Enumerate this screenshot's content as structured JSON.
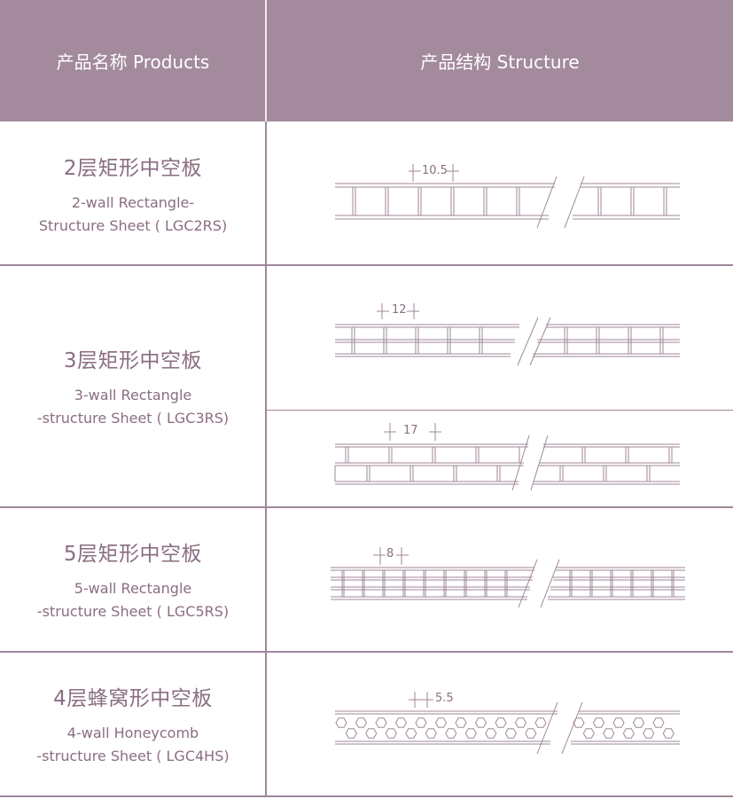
{
  "header": {
    "products_label": "产品名称 Products",
    "structure_label": "产品结构  Structure"
  },
  "colors": {
    "header_bg": "#a38a9c",
    "line": "#9f8799",
    "text": "#8a6e82"
  },
  "products": [
    {
      "name_zh": "2层矩形中空板",
      "name_en_line1": "2-wall Rectangle-",
      "name_en_line2": "Structure Sheet ( LGC2RS)",
      "structures": [
        {
          "dimension": "10.5",
          "icon": "2-wall-rectangle-cross-section"
        }
      ]
    },
    {
      "name_zh": "3层矩形中空板",
      "name_en_line1": "3-wall Rectangle",
      "name_en_line2": "-structure Sheet ( LGC3RS)",
      "structures": [
        {
          "dimension": "12",
          "icon": "3-wall-rectangle-cross-section"
        },
        {
          "dimension": "17",
          "icon": "3-wall-rectangle-cross-section"
        }
      ]
    },
    {
      "name_zh": "5层矩形中空板",
      "name_en_line1": "5-wall Rectangle",
      "name_en_line2": "-structure Sheet ( LGC5RS)",
      "structures": [
        {
          "dimension": "8",
          "icon": "5-wall-rectangle-cross-section"
        }
      ]
    },
    {
      "name_zh": "4层蜂窝形中空板",
      "name_en_line1": "4-wall Honeycomb",
      "name_en_line2": "-structure Sheet ( LGC4HS)",
      "structures": [
        {
          "dimension": "5.5",
          "icon": "4-wall-honeycomb-cross-section"
        }
      ]
    }
  ]
}
